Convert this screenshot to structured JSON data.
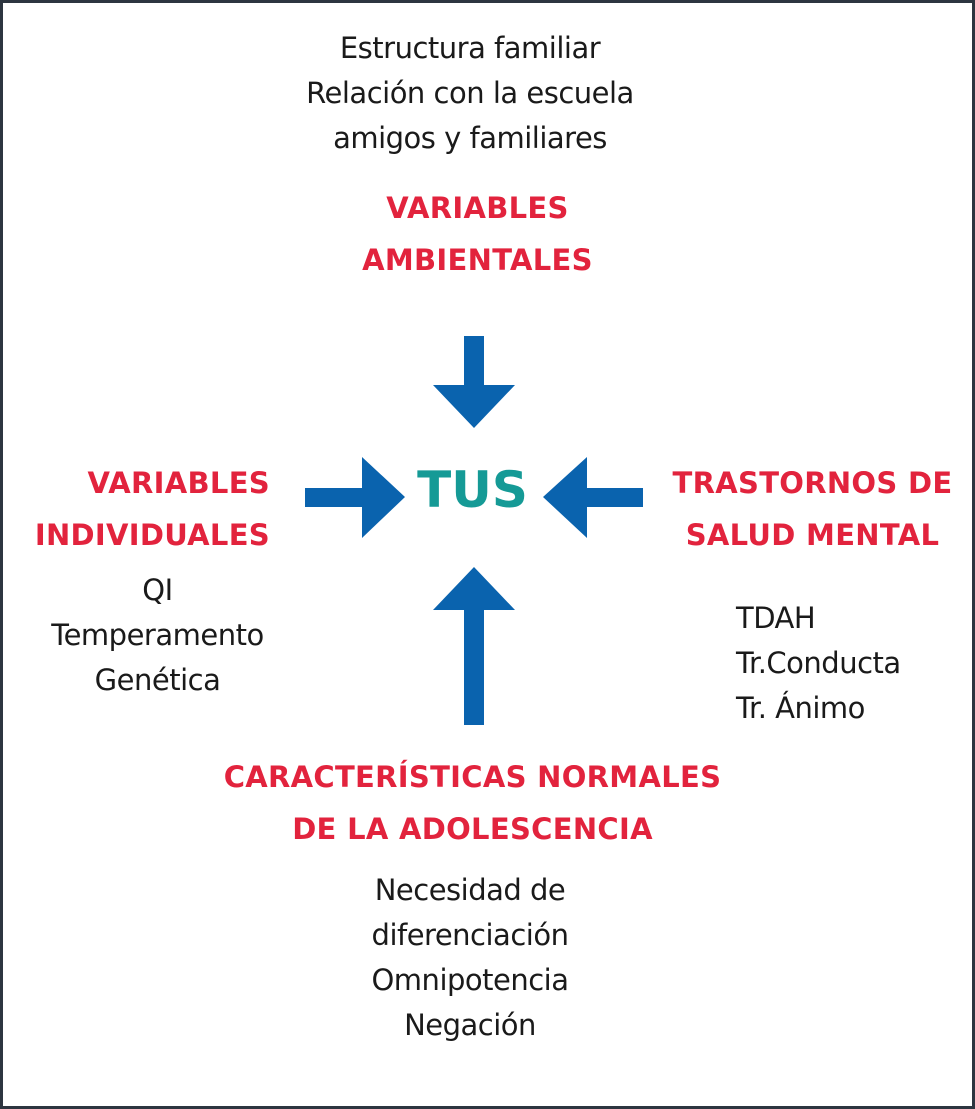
{
  "center": {
    "label": "TUS"
  },
  "top": {
    "items": [
      "Estructura familiar",
      "Relación con la escuela",
      "amigos y familiares"
    ],
    "heading": [
      "VARIABLES",
      "AMBIENTALES"
    ]
  },
  "left": {
    "heading": [
      "VARIABLES",
      "INDIVIDUALES"
    ],
    "items": [
      "QI",
      "Temperamento",
      "Genética"
    ]
  },
  "right": {
    "heading": [
      "TRASTORNOS DE",
      "SALUD MENTAL"
    ],
    "items": [
      "TDAH",
      "Tr.Conducta",
      "Tr. Ánimo"
    ]
  },
  "bottom": {
    "heading": [
      "CARACTERÍSTICAS NORMALES",
      "DE LA ADOLESCENCIA"
    ],
    "items": [
      "Necesidad de",
      "diferenciación",
      "Omnipotencia",
      "Negación"
    ]
  },
  "colors": {
    "arrow": "#0a63ae",
    "heading": "#e2233d",
    "center": "#159a96",
    "border": "#2d3540"
  }
}
